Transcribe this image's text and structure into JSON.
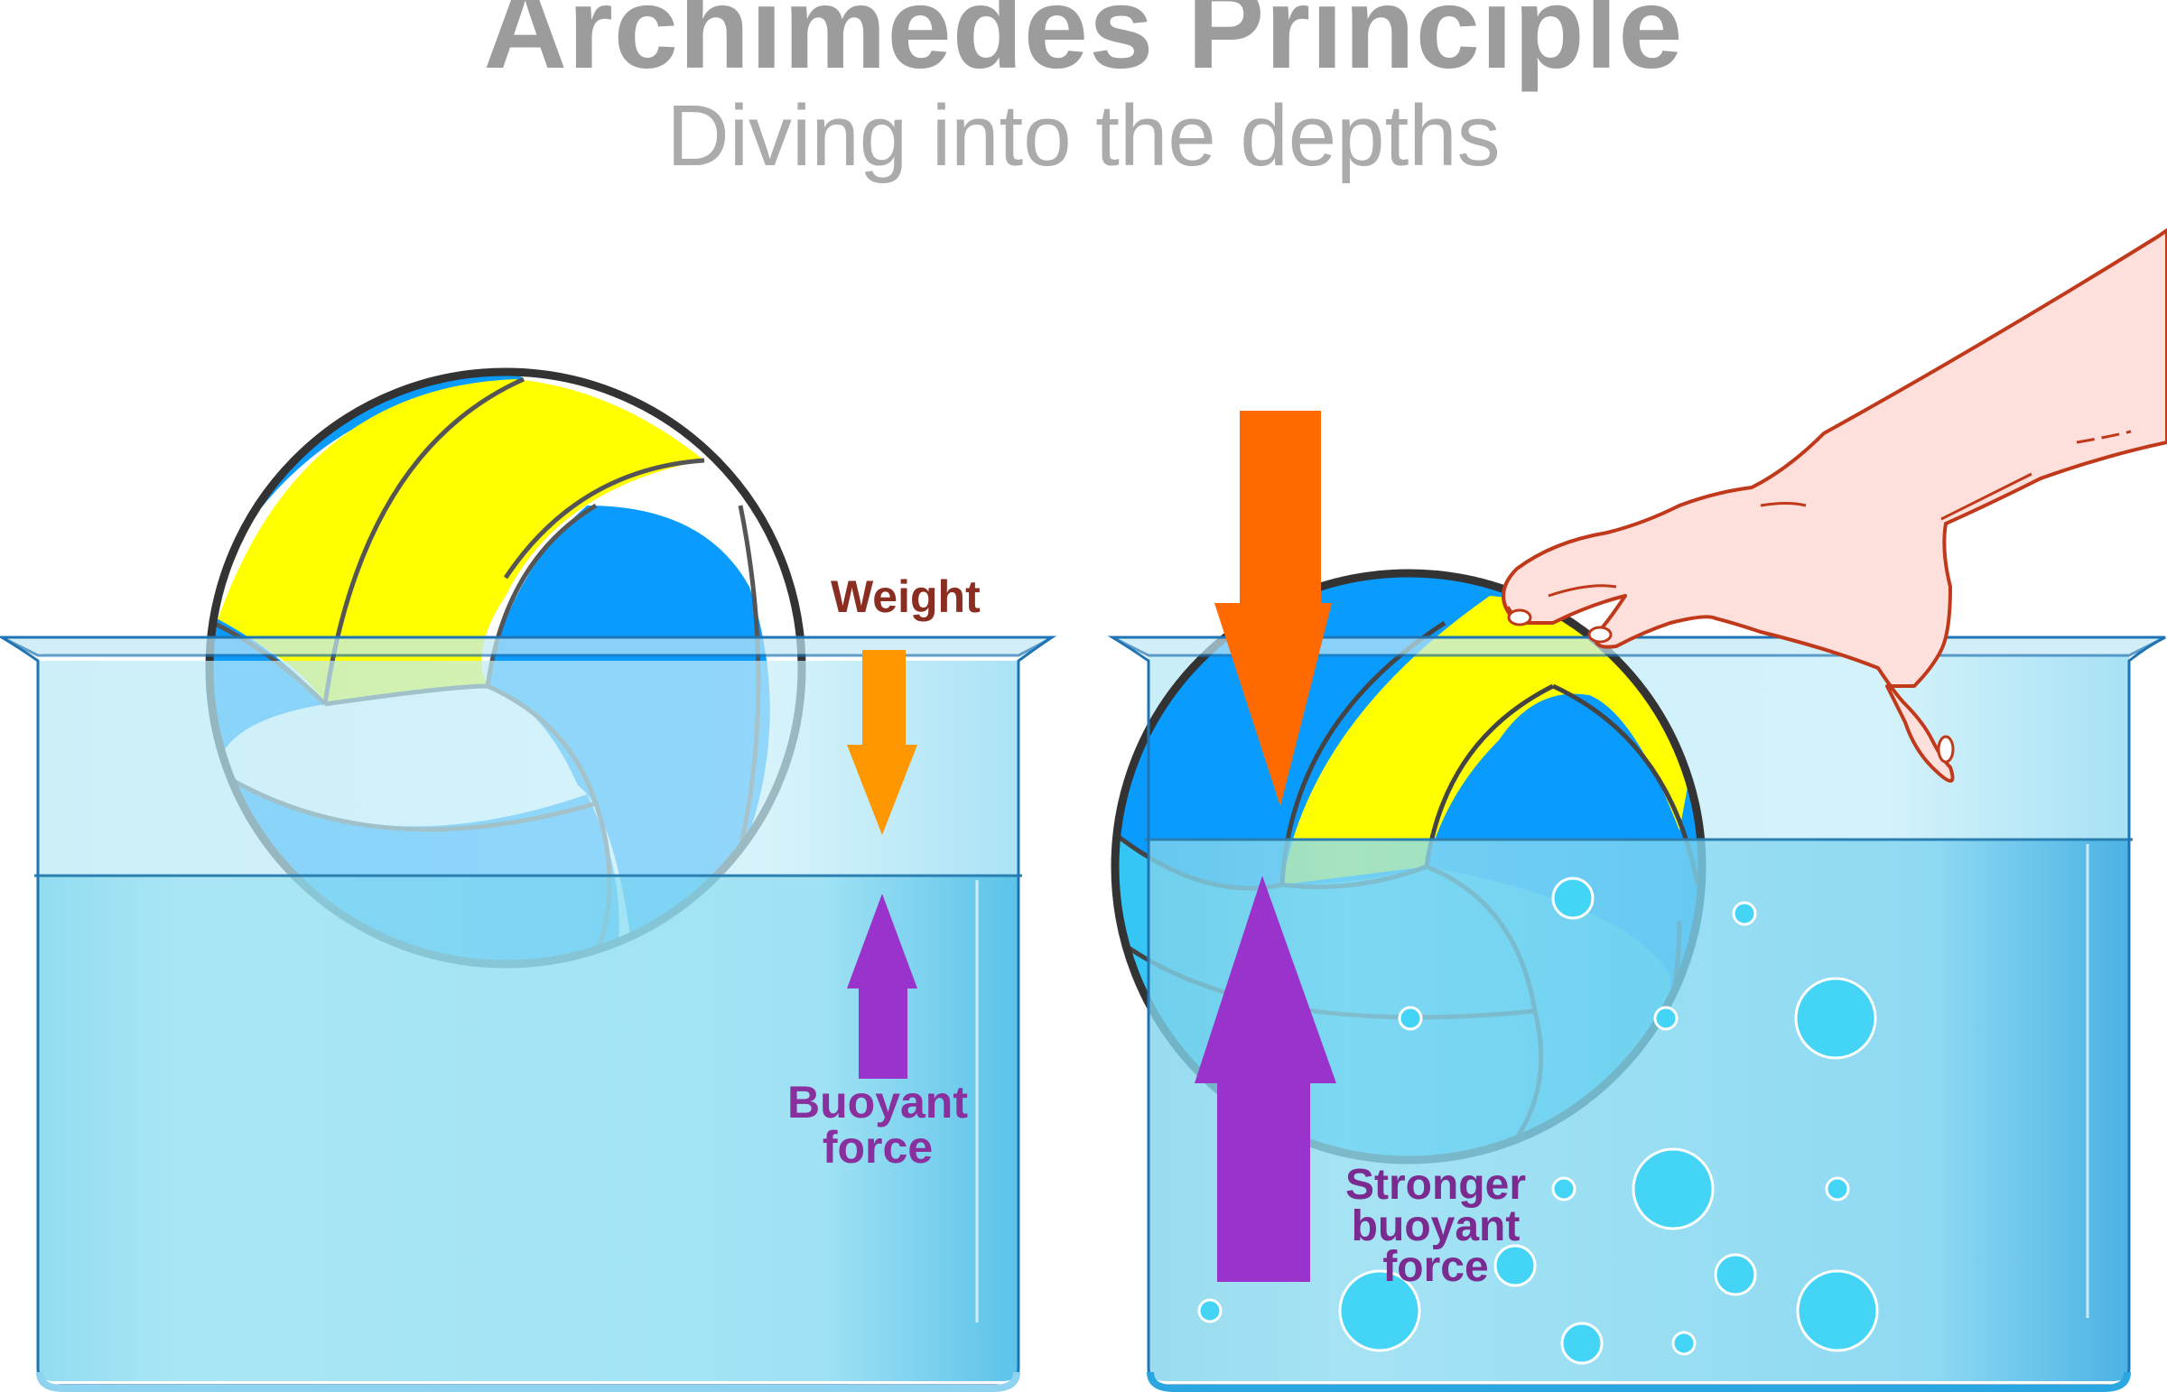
{
  "title": "Archimedes Principle",
  "subtitle": "Diving into the depths",
  "labels": {
    "weight": "Weight",
    "buoyant_force": "Buoyant\nforce",
    "stronger_buoyant_force": "Stronger\nbuoyant\nforce"
  },
  "colors": {
    "water": "#5dcdec",
    "water_light": "#9fe4f5",
    "weight_arrow": "#ff9800",
    "push_arrow": "#ff6a00",
    "buoyant_arrow": "#9933cc",
    "ball_blue": "#0a9bff",
    "ball_yellow": "#ffff00",
    "hand_skin": "#fde0dc",
    "hand_outline": "#c0391b"
  }
}
